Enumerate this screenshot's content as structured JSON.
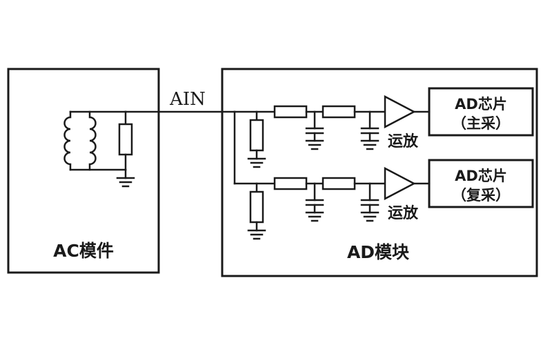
{
  "labels": {
    "ain": "AIN",
    "ac_module": "AC模件",
    "ad_module": "AD模块",
    "opamp_top": "运放",
    "opamp_bottom": "运放",
    "ad_chip_top_line1": "AD芯片",
    "ad_chip_top_line2": "（主采）",
    "ad_chip_bottom_line1": "AD芯片",
    "ad_chip_bottom_line2": "（复采）"
  },
  "colors": {
    "ink": "#1a1a1a",
    "paper": "#ffffff"
  }
}
